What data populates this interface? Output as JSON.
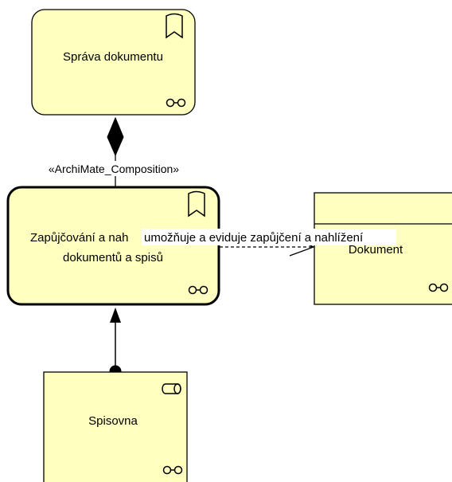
{
  "elements": {
    "sprava": {
      "label": "Správa dokumentu",
      "type": "business-function"
    },
    "zapujcovani": {
      "line1": "Zapůjčování a nah",
      "line2": "dokumentů a spisů",
      "type": "business-function"
    },
    "dokument": {
      "label": "Dokument",
      "type": "business-object"
    },
    "spisovna": {
      "label": "Spisovna",
      "type": "business-role"
    }
  },
  "relations": {
    "composition": {
      "stereotype": "«ArchiMate_Composition»"
    },
    "access": {
      "label": "umožňuje a eviduje zapůjčení a nahlížení"
    }
  },
  "colors": {
    "fill": "#ffffc0",
    "stroke": "#000000"
  }
}
